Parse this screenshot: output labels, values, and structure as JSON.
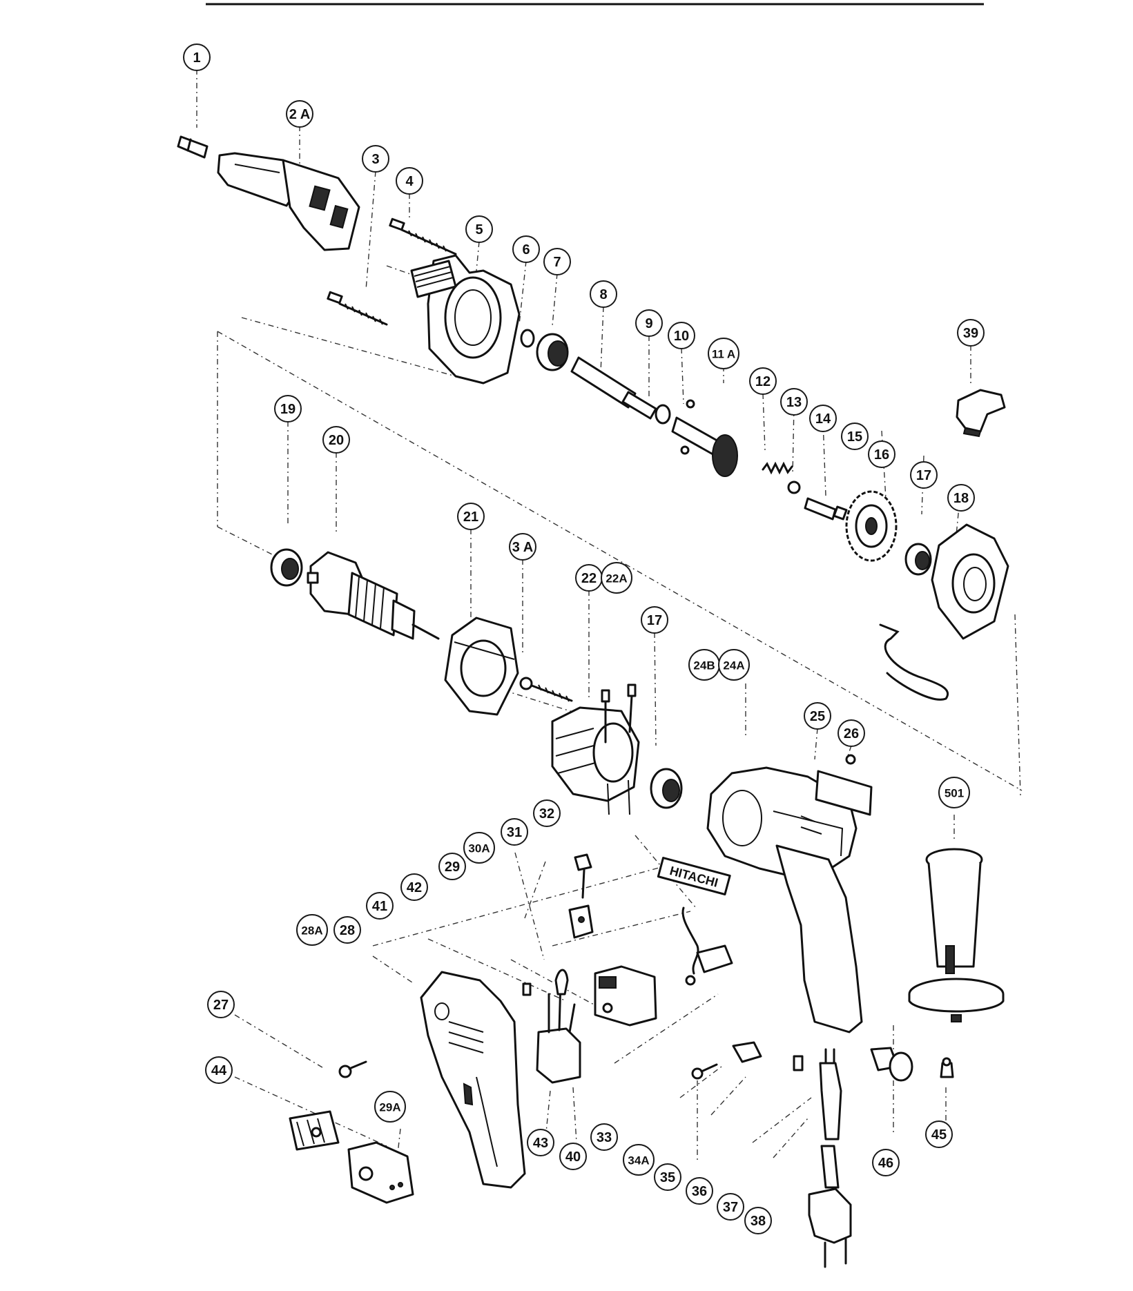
{
  "brand_label": "HITACHI",
  "callouts": [
    {
      "id": "c1",
      "label": "1"
    },
    {
      "id": "c2a",
      "label": "2 A"
    },
    {
      "id": "c3",
      "label": "3"
    },
    {
      "id": "c4",
      "label": "4"
    },
    {
      "id": "c5",
      "label": "5"
    },
    {
      "id": "c6",
      "label": "6"
    },
    {
      "id": "c7",
      "label": "7"
    },
    {
      "id": "c8",
      "label": "8"
    },
    {
      "id": "c9",
      "label": "9"
    },
    {
      "id": "c10",
      "label": "10"
    },
    {
      "id": "c11a",
      "label": "11 A"
    },
    {
      "id": "c12",
      "label": "12"
    },
    {
      "id": "c13",
      "label": "13"
    },
    {
      "id": "c14",
      "label": "14"
    },
    {
      "id": "c15",
      "label": "15"
    },
    {
      "id": "c16",
      "label": "16"
    },
    {
      "id": "c17a",
      "label": "17"
    },
    {
      "id": "c18",
      "label": "18"
    },
    {
      "id": "c39",
      "label": "39"
    },
    {
      "id": "c19",
      "label": "19"
    },
    {
      "id": "c20",
      "label": "20"
    },
    {
      "id": "c21",
      "label": "21"
    },
    {
      "id": "c3a",
      "label": "3 A"
    },
    {
      "id": "c22",
      "label": "22"
    },
    {
      "id": "c22a",
      "label": "22A"
    },
    {
      "id": "c17b",
      "label": "17"
    },
    {
      "id": "c24b",
      "label": "24B"
    },
    {
      "id": "c24a",
      "label": "24A"
    },
    {
      "id": "c25",
      "label": "25"
    },
    {
      "id": "c26",
      "label": "26"
    },
    {
      "id": "c501",
      "label": "501"
    },
    {
      "id": "c32",
      "label": "32"
    },
    {
      "id": "c31",
      "label": "31"
    },
    {
      "id": "c30a",
      "label": "30A"
    },
    {
      "id": "c29",
      "label": "29"
    },
    {
      "id": "c42",
      "label": "42"
    },
    {
      "id": "c41",
      "label": "41"
    },
    {
      "id": "c28a",
      "label": "28A"
    },
    {
      "id": "c28",
      "label": "28"
    },
    {
      "id": "c27",
      "label": "27"
    },
    {
      "id": "c44",
      "label": "44"
    },
    {
      "id": "c29a",
      "label": "29A"
    },
    {
      "id": "c43",
      "label": "43"
    },
    {
      "id": "c40",
      "label": "40"
    },
    {
      "id": "c33",
      "label": "33"
    },
    {
      "id": "c34a",
      "label": "34A"
    },
    {
      "id": "c35",
      "label": "35"
    },
    {
      "id": "c36",
      "label": "36"
    },
    {
      "id": "c37",
      "label": "37"
    },
    {
      "id": "c38",
      "label": "38"
    },
    {
      "id": "c46",
      "label": "46"
    },
    {
      "id": "c45",
      "label": "45"
    }
  ]
}
